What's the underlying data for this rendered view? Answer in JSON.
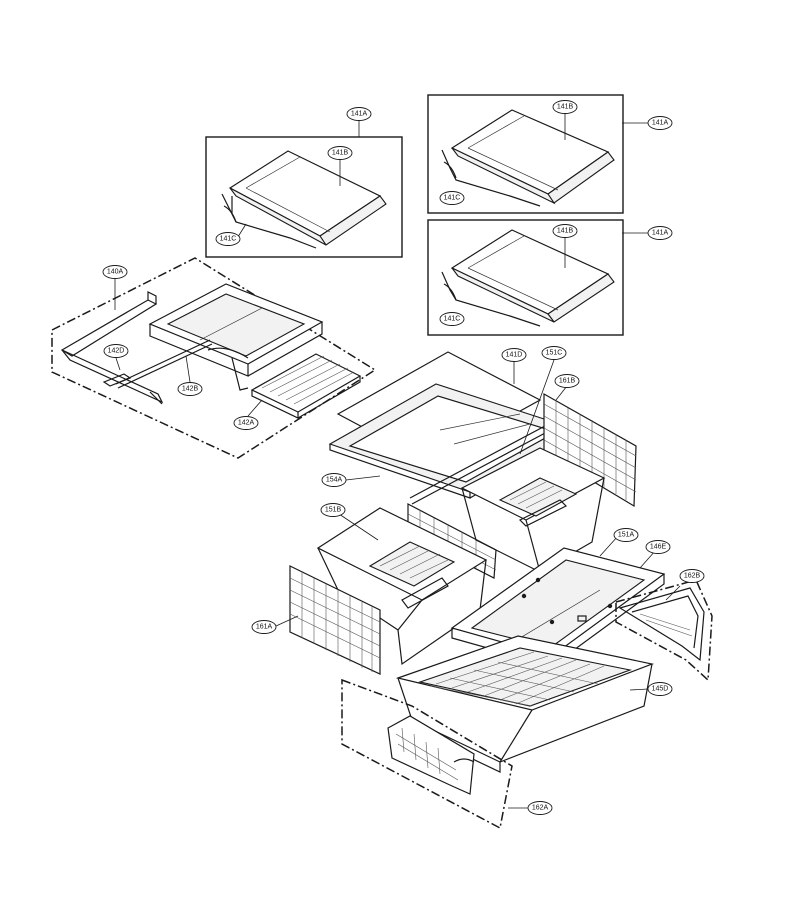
{
  "callouts": {
    "c141A_left": "141A",
    "c141B_left": "141B",
    "c141C_left": "141C",
    "c141A_top": "141A",
    "c141B_top": "141B",
    "c141C_top": "141C",
    "c141A_mid": "141A",
    "c141B_mid": "141B",
    "c141C_mid": "141C",
    "c140A": "140A",
    "c142D": "142D",
    "c142B": "142B",
    "c142A": "142A",
    "c141D": "141D",
    "c151C": "151C",
    "c161B": "161B",
    "c154A": "154A",
    "c151B": "151B",
    "c151A": "151A",
    "c146E": "146E",
    "c162B": "162B",
    "c161A": "161A",
    "c145D": "145D",
    "c162A": "162A"
  }
}
